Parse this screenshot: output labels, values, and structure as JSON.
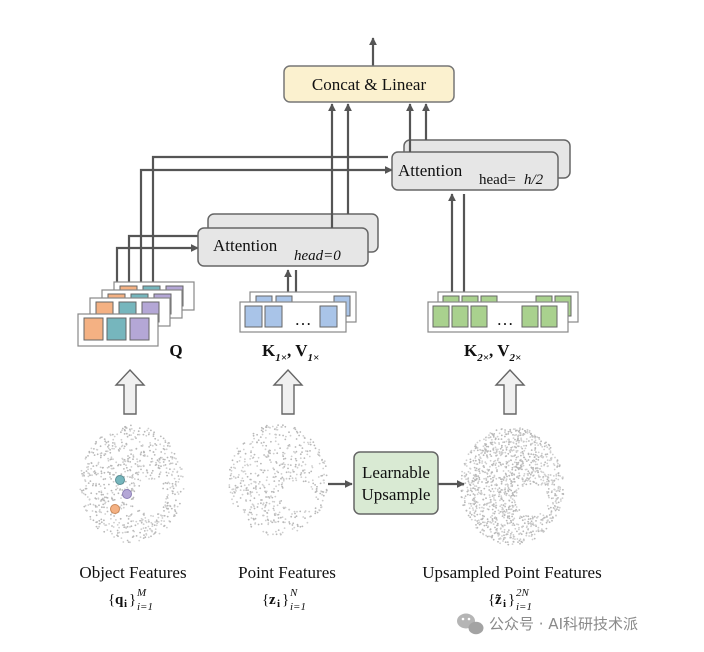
{
  "blocks": {
    "concat": "Concat & Linear",
    "attention": "Attention",
    "head_0": "head=0",
    "head_prefix": "head=",
    "head_h2": "h/2",
    "upsample_line1": "Learnable",
    "upsample_line2": "Upsample"
  },
  "labels": {
    "q": "Q",
    "k": "K",
    "v": "V",
    "sub_1x": "1×",
    "sub_2x": "2×",
    "comma": ",",
    "ellipsis": "…"
  },
  "captions": {
    "object": "Object Features",
    "point": "Point Features",
    "upsampled": "Upsampled Point Features"
  },
  "math": {
    "q_var": "q",
    "z_var": "z",
    "zt_var": "z̃",
    "idx": "i",
    "lower": "i=1",
    "upper_m": "M",
    "upper_n": "N",
    "upper_2n": "2N"
  },
  "watermark": {
    "icon": "wechat-icon",
    "text": "公众号 · AI科研技术派"
  },
  "colors": {
    "concat_fill": "#fbf1cf",
    "attention_fill": "#e6e6e6",
    "upsample_fill": "#d9ead3",
    "obj_orange": "#f4b183",
    "obj_teal": "#76b6bd",
    "obj_purple": "#b4a7d6",
    "point_blue": "#a9c4e8",
    "up_green": "#a9d18e"
  }
}
